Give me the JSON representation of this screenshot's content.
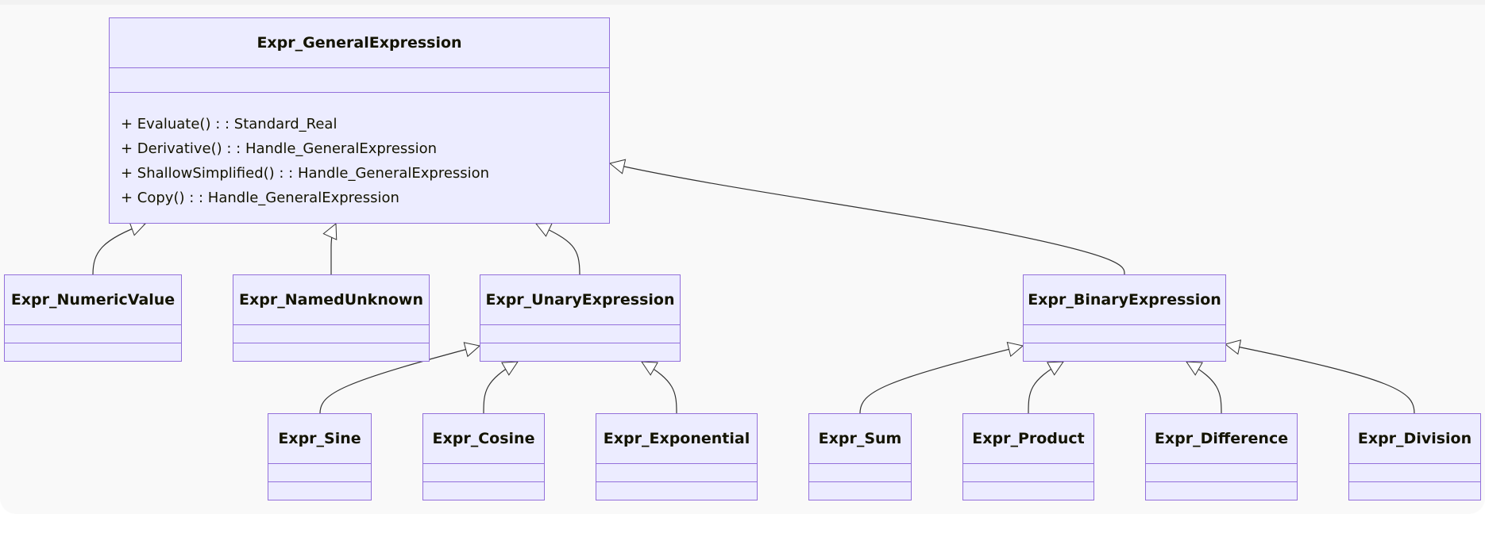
{
  "diagram": {
    "type": "uml-class-diagram",
    "relation": "inheritance",
    "classes": {
      "general": {
        "name": "Expr_GeneralExpression",
        "methods": [
          "+ Evaluate() : : Standard_Real",
          "+ Derivative() : : Handle_GeneralExpression",
          "+ ShallowSimplified() : : Handle_GeneralExpression",
          "+ Copy() : : Handle_GeneralExpression"
        ]
      },
      "numeric": {
        "name": "Expr_NumericValue"
      },
      "named": {
        "name": "Expr_NamedUnknown"
      },
      "unary": {
        "name": "Expr_UnaryExpression"
      },
      "binary": {
        "name": "Expr_BinaryExpression"
      },
      "sine": {
        "name": "Expr_Sine"
      },
      "cosine": {
        "name": "Expr_Cosine"
      },
      "exponential": {
        "name": "Expr_Exponential"
      },
      "sum": {
        "name": "Expr_Sum"
      },
      "product": {
        "name": "Expr_Product"
      },
      "difference": {
        "name": "Expr_Difference"
      },
      "division": {
        "name": "Expr_Division"
      }
    },
    "edges": [
      {
        "child": "Expr_NumericValue",
        "parent": "Expr_GeneralExpression"
      },
      {
        "child": "Expr_NamedUnknown",
        "parent": "Expr_GeneralExpression"
      },
      {
        "child": "Expr_UnaryExpression",
        "parent": "Expr_GeneralExpression"
      },
      {
        "child": "Expr_BinaryExpression",
        "parent": "Expr_GeneralExpression"
      },
      {
        "child": "Expr_Sine",
        "parent": "Expr_UnaryExpression"
      },
      {
        "child": "Expr_Cosine",
        "parent": "Expr_UnaryExpression"
      },
      {
        "child": "Expr_Exponential",
        "parent": "Expr_UnaryExpression"
      },
      {
        "child": "Expr_Sum",
        "parent": "Expr_BinaryExpression"
      },
      {
        "child": "Expr_Product",
        "parent": "Expr_BinaryExpression"
      },
      {
        "child": "Expr_Difference",
        "parent": "Expr_BinaryExpression"
      },
      {
        "child": "Expr_Division",
        "parent": "Expr_BinaryExpression"
      }
    ],
    "colors": {
      "node_fill": "#ECECFF",
      "node_border": "#9370DB",
      "edge": "#333333",
      "background": "#f9f9f9"
    }
  }
}
